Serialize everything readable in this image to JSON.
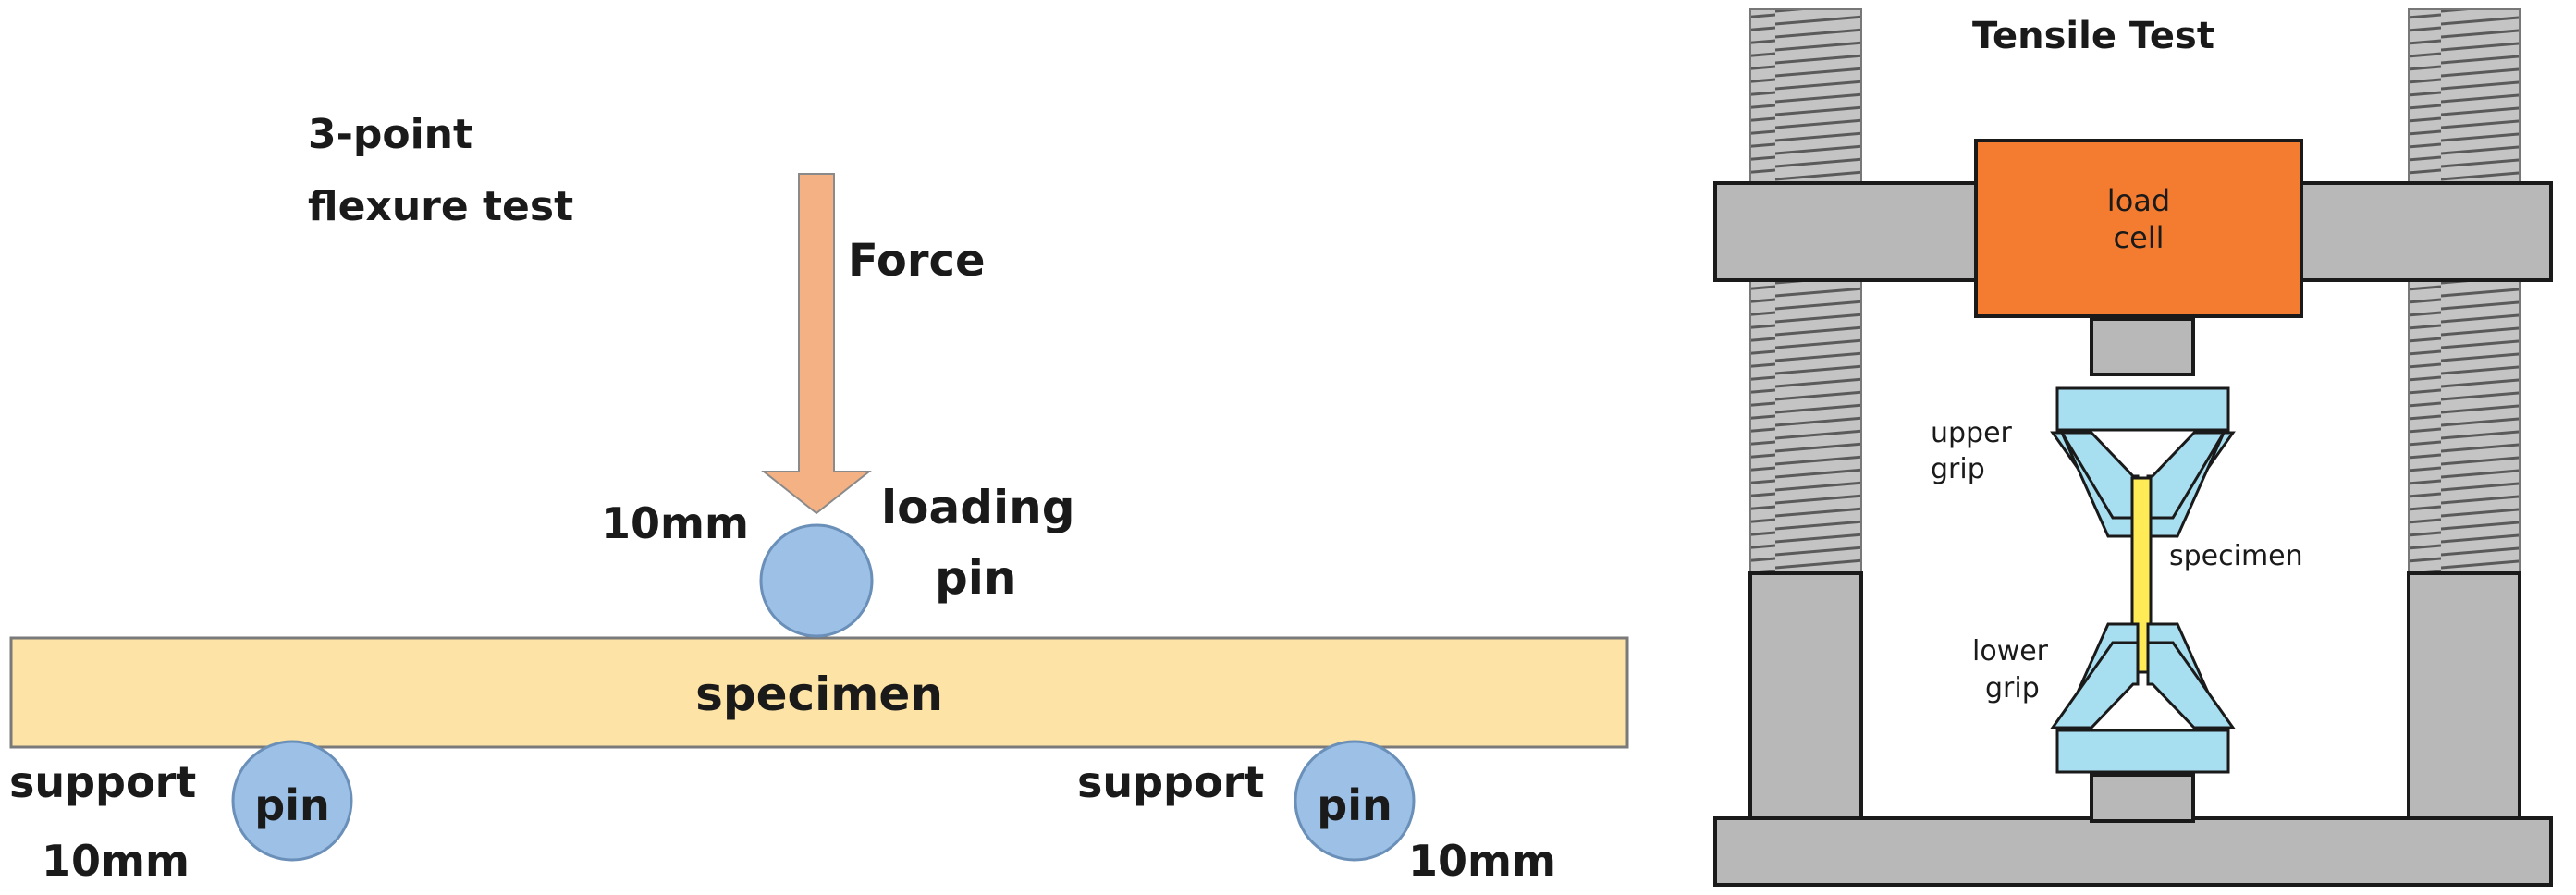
{
  "flexure": {
    "title_line1": "3-point",
    "title_line2": "flexure test",
    "force_label": "Force",
    "loading_pin_size": "10mm",
    "loading_pin_line1": "loading",
    "loading_pin_line2": "pin",
    "specimen_label": "specimen",
    "left_support_word": "support",
    "left_support_pin": "pin",
    "left_support_size": "10mm",
    "right_support_word": "support",
    "right_support_pin": "pin",
    "right_support_size": "10mm"
  },
  "tensile": {
    "title": "Tensile Test",
    "load_cell_line1": "load",
    "load_cell_line2": "cell",
    "upper_grip_line1": "upper",
    "upper_grip_line2": "grip",
    "specimen_label": "specimen",
    "lower_grip_line1": "lower",
    "lower_grip_line2": "grip"
  },
  "colors": {
    "specimen_fill": "#fde4a6",
    "pin_fill": "#9dc0e6",
    "force_arrow": "#f4b183",
    "frame_gray": "#b8b8b8",
    "load_cell": "#f47c30",
    "grip": "#a8dff0",
    "tensile_specimen": "#ffeb55"
  }
}
